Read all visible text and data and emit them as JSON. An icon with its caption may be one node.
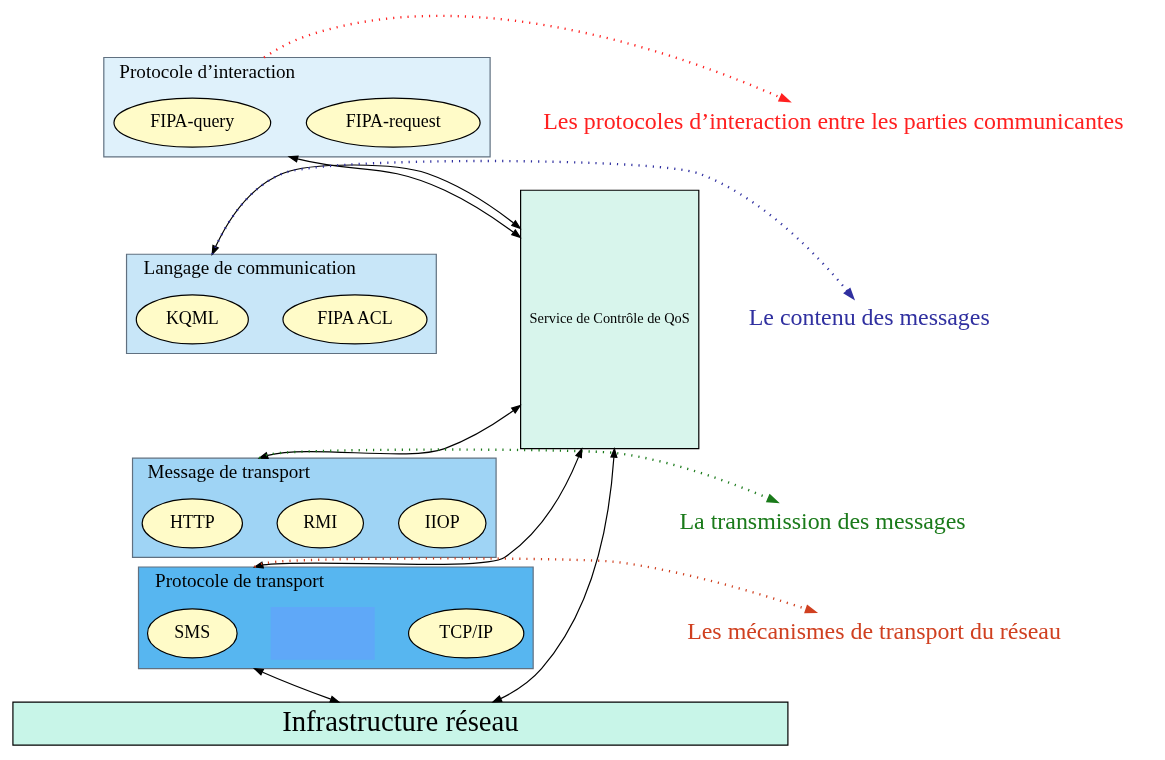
{
  "diagram": {
    "nodes": [
      {
        "text": [
          "Protocole d’interaction"
        ]
      },
      {
        "text": [
          "FIPA-query"
        ],
        "in": 0
      },
      {
        "text": [
          "FIPA-request"
        ],
        "in": 0
      },
      {
        "text": [
          "Langage de communication"
        ]
      },
      {
        "text": [
          "KQML"
        ],
        "in": 3
      },
      {
        "text": [
          "FIPA ACL"
        ],
        "in": 3
      },
      {
        "text": [
          "Message de transport"
        ]
      },
      {
        "text": [
          "HTTP"
        ],
        "in": 6
      },
      {
        "text": [
          "RMI"
        ],
        "in": 6
      },
      {
        "text": [
          "IIOP"
        ],
        "in": 6
      },
      {
        "text": [
          "Protocole de transport"
        ]
      },
      {
        "text": [
          "SMS"
        ],
        "in": 10
      },
      {
        "text": [],
        "shape": "box",
        "in": 10
      },
      {
        "text": [
          "TCP/IP"
        ],
        "in": 10
      },
      {
        "text": [
          "Service de Contrôle de QoS"
        ]
      },
      {
        "text": [
          "Infrastructure réseau"
        ]
      },
      {
        "text": [
          "Les protocoles d’interaction entre les parties communicantes"
        ]
      },
      {
        "text": [
          "Le contenu des messages"
        ]
      },
      {
        "text": [
          "La transmission des messages"
        ]
      },
      {
        "text": [
          "Les mécanismes de transport du réseau"
        ]
      }
    ],
    "edges": [
      {
        "from": 0,
        "to": 16,
        "arrow": "to",
        "style": "dashed",
        "color": "#ff2020"
      },
      {
        "from": 3,
        "to": 17,
        "arrow": "to",
        "style": "dashed",
        "color": "#3030a0"
      },
      {
        "from": 6,
        "to": 18,
        "arrow": "to",
        "style": "dashed",
        "color": "#1a7a1a"
      },
      {
        "from": 10,
        "to": 19,
        "arrow": "to",
        "style": "dashed",
        "color": "#d04020"
      },
      {
        "from": 0,
        "to": 14,
        "arrow": "both"
      },
      {
        "from": 3,
        "to": 14,
        "arrow": "both"
      },
      {
        "from": 6,
        "to": 14,
        "arrow": "both"
      },
      {
        "from": 10,
        "to": 14,
        "arrow": "both"
      },
      {
        "from": 10,
        "to": 15,
        "arrow": "both"
      },
      {
        "from": 14,
        "to": 15,
        "arrow": "both"
      }
    ]
  }
}
